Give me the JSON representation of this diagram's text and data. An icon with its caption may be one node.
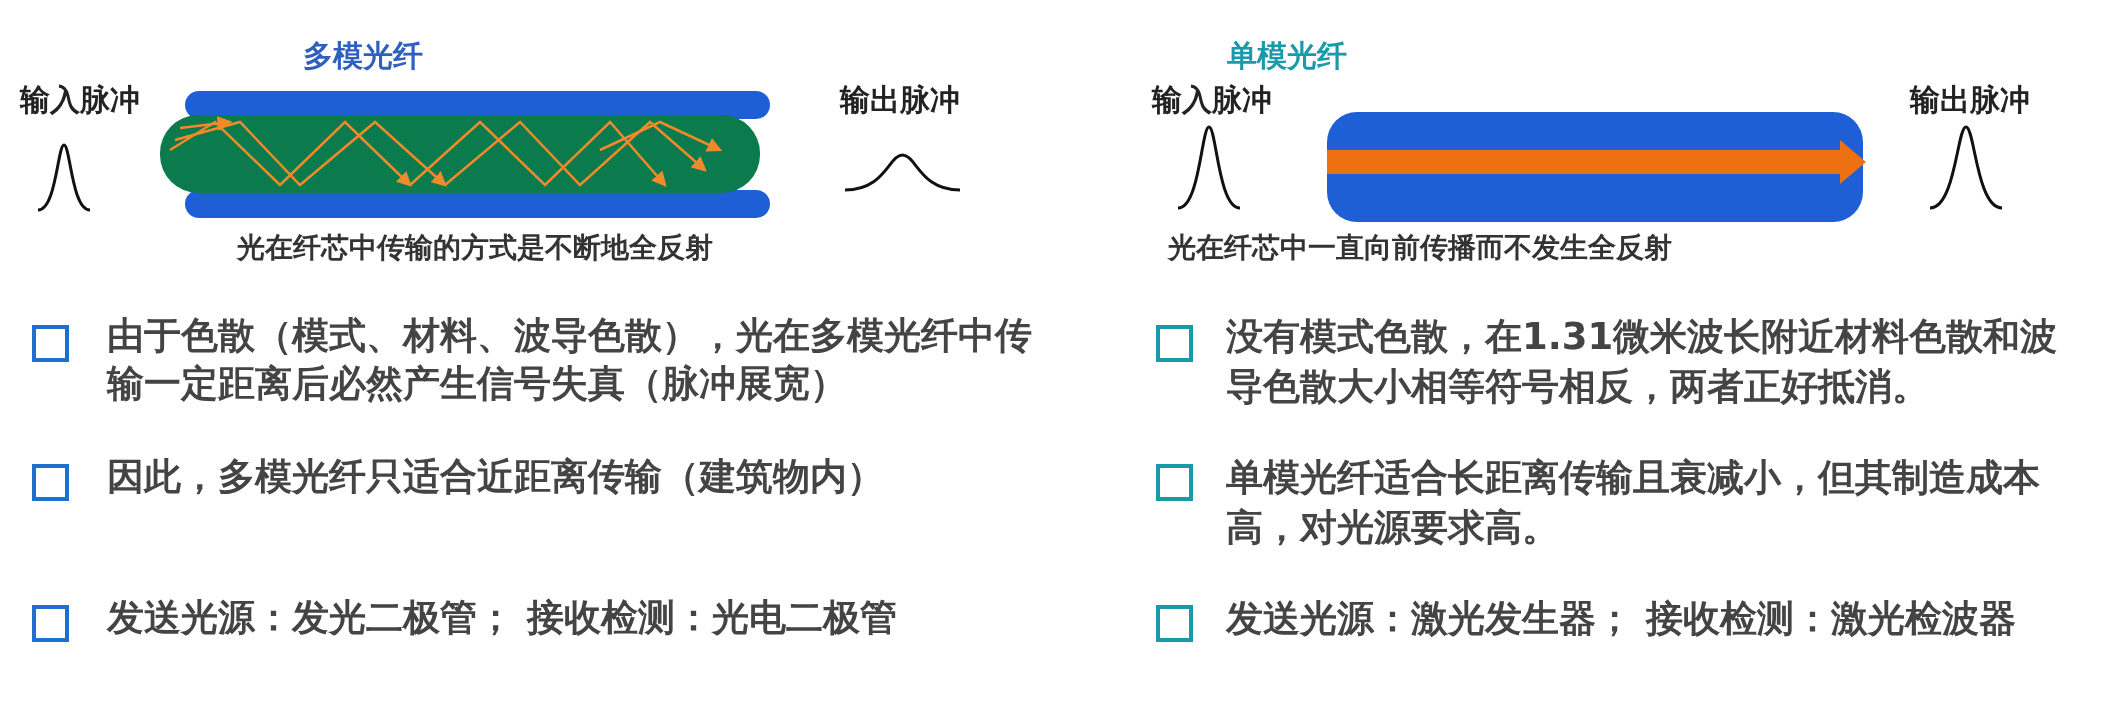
{
  "diagram": {
    "labels": [
      "多模光纤",
      "输入脉冲",
      "输出脉冲",
      "光在纤芯中传输的方式是**不断地全反射**",
      "由于色散（模式、材料、波导色散），光在多模光纤中传输一定距离后必然产生信号失真（**脉冲展宽**）",
      "因此，多模光纤只适合**近距离传输**（建筑物内）",
      "发送光源：发光二极管； 接收检测：光电二极管",
      "单模光纤",
      "输入脉冲",
      "输出脉冲",
      "光在纤芯中**一直向前传播而不发生全反射**",
      "**没有模式色散**，在1.31微米波长附近材料色散和波导色散大小相等符号相反，两者正好抵消。",
      "单模光纤适合**长距离传输**且衰减小，但其制造成本高，对光源要求高。",
      "发送光源：激光发生器； 接收检测：激光检波器"
    ]
  }
}
